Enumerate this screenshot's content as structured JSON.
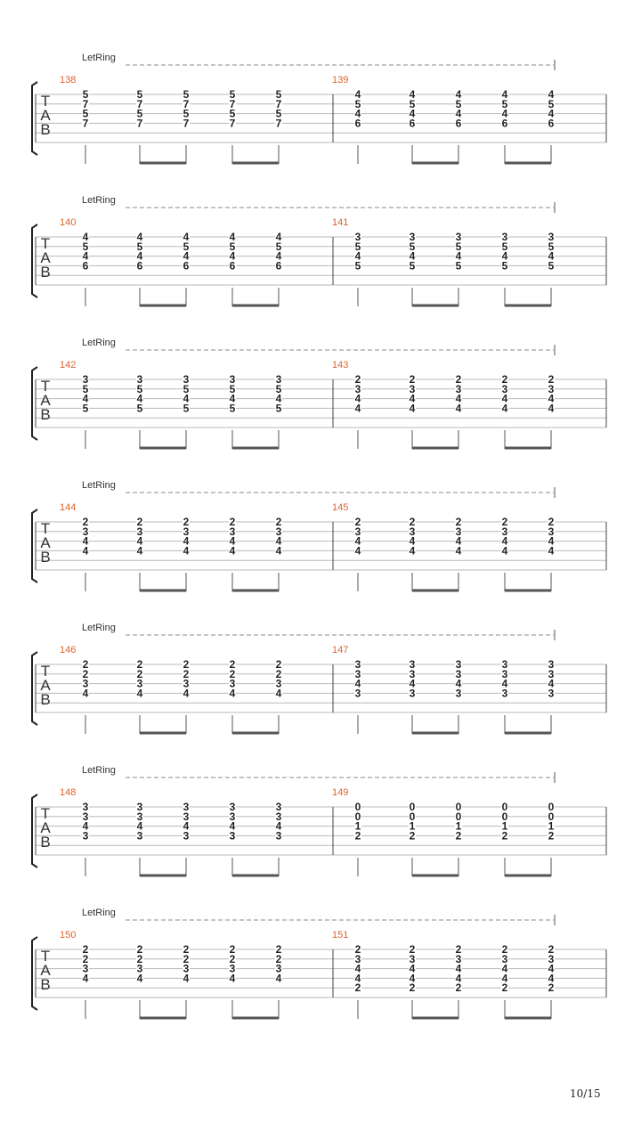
{
  "page": {
    "number": "10/15"
  },
  "tab_letters": [
    "T",
    "A",
    "B"
  ],
  "systems": [
    {
      "let_ring": "LetRing",
      "measures": [
        {
          "number": "138",
          "chords": [
            [
              "5",
              "7",
              "5",
              "7"
            ],
            [
              "5",
              "7",
              "5",
              "7"
            ],
            [
              "5",
              "7",
              "5",
              "7"
            ],
            [
              "5",
              "7",
              "5",
              "7"
            ],
            [
              "5",
              "7",
              "5",
              "7"
            ]
          ]
        },
        {
          "number": "139",
          "chords": [
            [
              "4",
              "5",
              "4",
              "6"
            ],
            [
              "4",
              "5",
              "4",
              "6"
            ],
            [
              "4",
              "5",
              "4",
              "6"
            ],
            [
              "4",
              "5",
              "4",
              "6"
            ],
            [
              "4",
              "5",
              "4",
              "6"
            ]
          ]
        }
      ]
    },
    {
      "let_ring": "LetRing",
      "measures": [
        {
          "number": "140",
          "chords": [
            [
              "4",
              "5",
              "4",
              "6"
            ],
            [
              "4",
              "5",
              "4",
              "6"
            ],
            [
              "4",
              "5",
              "4",
              "6"
            ],
            [
              "4",
              "5",
              "4",
              "6"
            ],
            [
              "4",
              "5",
              "4",
              "6"
            ]
          ]
        },
        {
          "number": "141",
          "chords": [
            [
              "3",
              "5",
              "4",
              "5"
            ],
            [
              "3",
              "5",
              "4",
              "5"
            ],
            [
              "3",
              "5",
              "4",
              "5"
            ],
            [
              "3",
              "5",
              "4",
              "5"
            ],
            [
              "3",
              "5",
              "4",
              "5"
            ]
          ]
        }
      ]
    },
    {
      "let_ring": "LetRing",
      "measures": [
        {
          "number": "142",
          "chords": [
            [
              "3",
              "5",
              "4",
              "5"
            ],
            [
              "3",
              "5",
              "4",
              "5"
            ],
            [
              "3",
              "5",
              "4",
              "5"
            ],
            [
              "3",
              "5",
              "4",
              "5"
            ],
            [
              "3",
              "5",
              "4",
              "5"
            ]
          ]
        },
        {
          "number": "143",
          "chords": [
            [
              "2",
              "3",
              "4",
              "4"
            ],
            [
              "2",
              "3",
              "4",
              "4"
            ],
            [
              "2",
              "3",
              "4",
              "4"
            ],
            [
              "2",
              "3",
              "4",
              "4"
            ],
            [
              "2",
              "3",
              "4",
              "4"
            ]
          ]
        }
      ]
    },
    {
      "let_ring": "LetRing",
      "measures": [
        {
          "number": "144",
          "chords": [
            [
              "2",
              "3",
              "4",
              "4"
            ],
            [
              "2",
              "3",
              "4",
              "4"
            ],
            [
              "2",
              "3",
              "4",
              "4"
            ],
            [
              "2",
              "3",
              "4",
              "4"
            ],
            [
              "2",
              "3",
              "4",
              "4"
            ]
          ]
        },
        {
          "number": "145",
          "chords": [
            [
              "2",
              "3",
              "4",
              "4"
            ],
            [
              "2",
              "3",
              "4",
              "4"
            ],
            [
              "2",
              "3",
              "4",
              "4"
            ],
            [
              "2",
              "3",
              "4",
              "4"
            ],
            [
              "2",
              "3",
              "4",
              "4"
            ]
          ]
        }
      ]
    },
    {
      "let_ring": "LetRing",
      "measures": [
        {
          "number": "146",
          "chords": [
            [
              "2",
              "2",
              "3",
              "4"
            ],
            [
              "2",
              "2",
              "3",
              "4"
            ],
            [
              "2",
              "2",
              "3",
              "4"
            ],
            [
              "2",
              "2",
              "3",
              "4"
            ],
            [
              "2",
              "2",
              "3",
              "4"
            ]
          ]
        },
        {
          "number": "147",
          "chords": [
            [
              "3",
              "3",
              "4",
              "3"
            ],
            [
              "3",
              "3",
              "4",
              "3"
            ],
            [
              "3",
              "3",
              "4",
              "3"
            ],
            [
              "3",
              "3",
              "4",
              "3"
            ],
            [
              "3",
              "3",
              "4",
              "3"
            ]
          ]
        }
      ]
    },
    {
      "let_ring": "LetRing",
      "measures": [
        {
          "number": "148",
          "chords": [
            [
              "3",
              "3",
              "4",
              "3"
            ],
            [
              "3",
              "3",
              "4",
              "3"
            ],
            [
              "3",
              "3",
              "4",
              "3"
            ],
            [
              "3",
              "3",
              "4",
              "3"
            ],
            [
              "3",
              "3",
              "4",
              "3"
            ]
          ]
        },
        {
          "number": "149",
          "chords": [
            [
              "0",
              "0",
              "1",
              "2"
            ],
            [
              "0",
              "0",
              "1",
              "2"
            ],
            [
              "0",
              "0",
              "1",
              "2"
            ],
            [
              "0",
              "0",
              "1",
              "2"
            ],
            [
              "0",
              "0",
              "1",
              "2"
            ]
          ]
        }
      ]
    },
    {
      "let_ring": "LetRing",
      "measures": [
        {
          "number": "150",
          "chords": [
            [
              "2",
              "2",
              "3",
              "4"
            ],
            [
              "2",
              "2",
              "3",
              "4"
            ],
            [
              "2",
              "2",
              "3",
              "4"
            ],
            [
              "2",
              "2",
              "3",
              "4"
            ],
            [
              "2",
              "2",
              "3",
              "4"
            ]
          ]
        },
        {
          "number": "151",
          "chords": [
            [
              "2",
              "3",
              "4",
              "4",
              "2"
            ],
            [
              "2",
              "3",
              "4",
              "4",
              "2"
            ],
            [
              "2",
              "3",
              "4",
              "4",
              "2"
            ],
            [
              "2",
              "3",
              "4",
              "4",
              "2"
            ],
            [
              "2",
              "3",
              "4",
              "4",
              "2"
            ]
          ]
        }
      ]
    }
  ]
}
